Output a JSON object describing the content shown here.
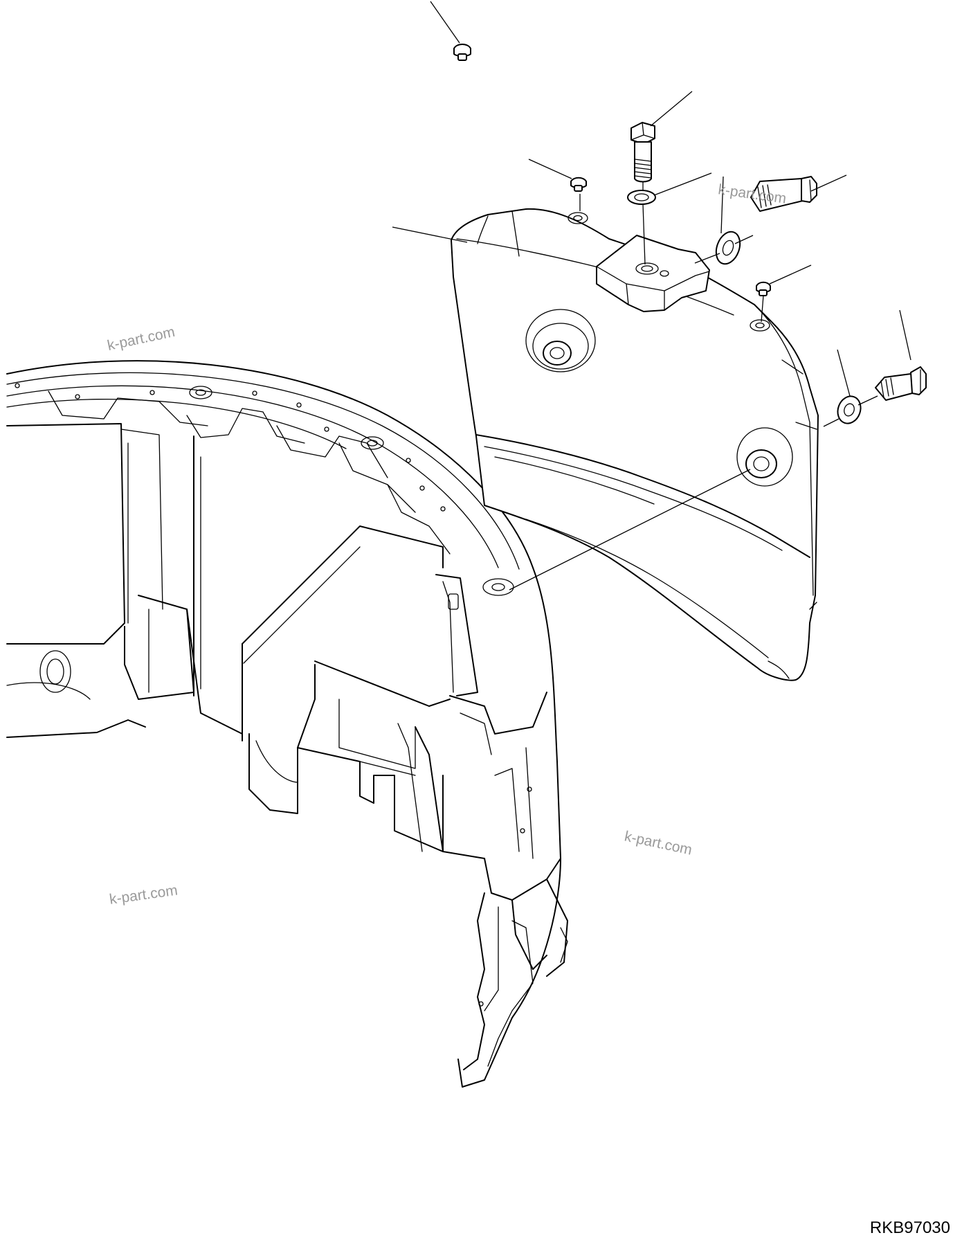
{
  "watermarks": [
    "k-part.com",
    "k-part.com",
    "k-part.com",
    "k-part.com"
  ],
  "drawing_code": "RKB97030"
}
